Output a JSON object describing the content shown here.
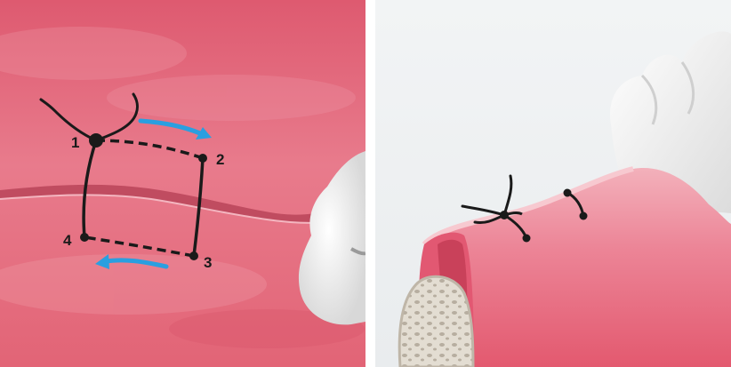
{
  "suture_points": [
    {
      "label": "1"
    },
    {
      "label": "2"
    },
    {
      "label": "3"
    },
    {
      "label": "4"
    }
  ],
  "colors": {
    "gingiva": "#e2667a",
    "gingiva_light": "#ef9eab",
    "incision": "#b94457",
    "arrow": "#2a9fe0",
    "suture": "#1a1a1a",
    "tooth": "#f4f4f4",
    "bone": "#d9d3c8",
    "background_right": "#eef1f3"
  },
  "icons": {
    "direction_arrow_top": "arrow-right-curved-icon",
    "direction_arrow_bottom": "arrow-left-curved-icon"
  }
}
